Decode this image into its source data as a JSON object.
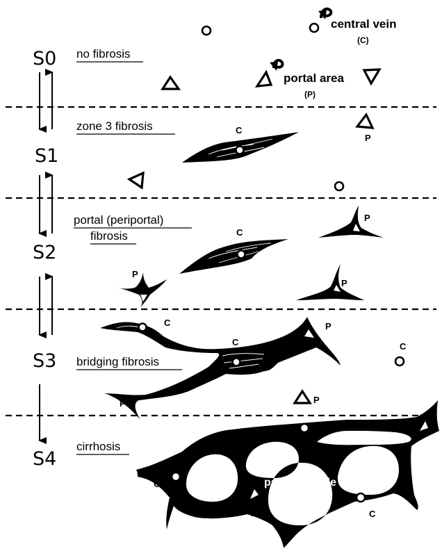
{
  "stages": [
    {
      "label": "S0",
      "description": "no fibrosis"
    },
    {
      "label": "S1",
      "description": "zone 3 fibrosis"
    },
    {
      "label": "S2",
      "description_line1": "portal (periportal)",
      "description_line2": "fibrosis"
    },
    {
      "label": "S3",
      "description": "bridging fibrosis"
    },
    {
      "label": "S4",
      "description": "cirrhosis"
    }
  ],
  "legend": {
    "central_vein": "central vein",
    "central_vein_abbr": "(C)",
    "portal_area": "portal area",
    "portal_area_abbr": "(P)"
  },
  "labels": {
    "c": "C",
    "p": "P",
    "pseudolobule": "pseudolobule"
  }
}
